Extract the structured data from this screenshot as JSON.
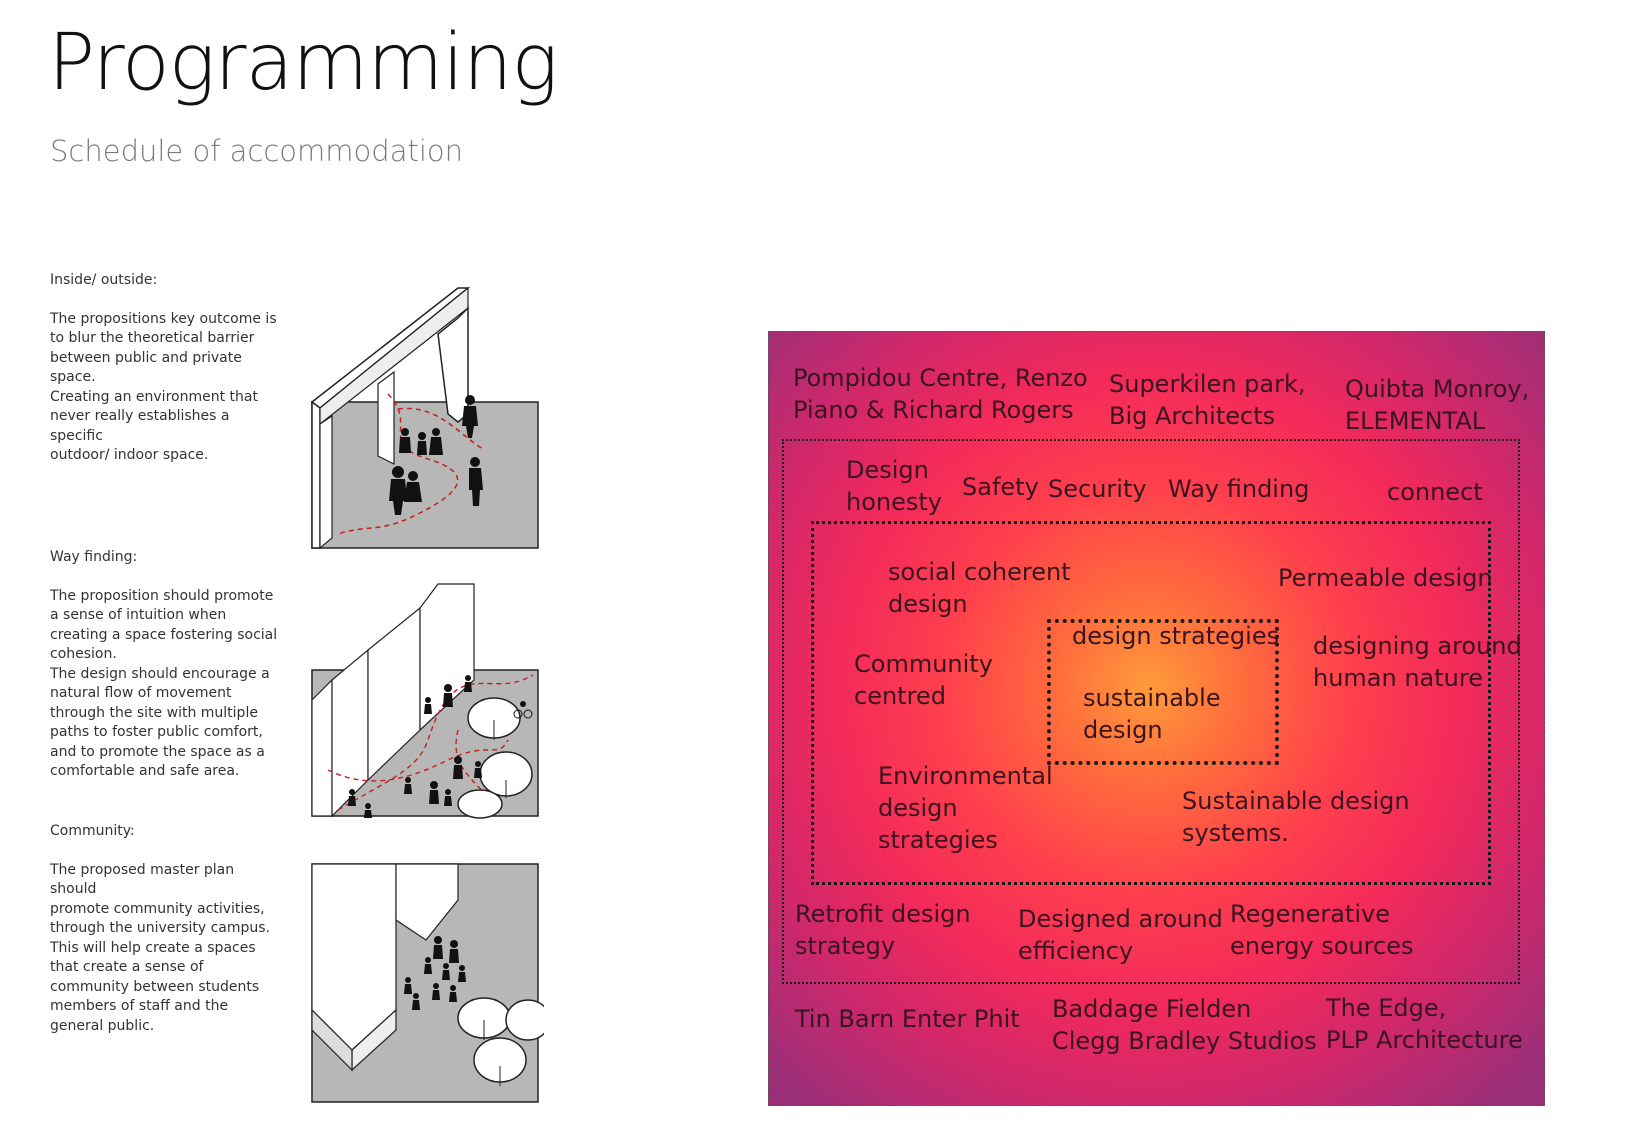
{
  "header": {
    "title": "Programming",
    "subtitle": "Schedule of accommodation"
  },
  "sections": [
    {
      "heading": "Inside/ outside:",
      "body": "The propositions key outcome is\nto blur the theoretical barrier\nbetween public and private\nspace.\nCreating an environment that\nnever really establishes a specific\noutdoor/ indoor space."
    },
    {
      "heading": "Way finding:",
      "body": "The proposition should promote\na sense of intuition when\ncreating a space fostering social\ncohesion.\nThe design should encourage a\nnatural flow of movement\nthrough the site with multiple\npaths to foster public comfort,\nand to promote the space as a\ncomfortable and safe area."
    },
    {
      "heading": "Community:",
      "body": "The proposed master plan should\npromote community activities,\nthrough the university campus.\nThis will help create a spaces\nthat create a sense of\ncommunity between students\nmembers of staff and the\ngeneral public."
    }
  ],
  "diagram": {
    "precedents_top": [
      "Pompidou Centre, Renzo\n Piano & Richard Rogers",
      "Superkilen park,\nBig Architects",
      "Quibta Monroy,\n ELEMENTAL"
    ],
    "principles": [
      "Design\nhonesty",
      "Safety",
      "Security",
      "Way finding",
      "connect"
    ],
    "inner_labels": [
      "social coherent\ndesign",
      "Permeable design",
      "Community\ncentred",
      "designing around\nhuman nature",
      "Environmental\n design\n strategies",
      "Sustainable design\nsystems."
    ],
    "core": {
      "title": "design strategies",
      "subtitle": "sustainable\ndesign"
    },
    "strategies_bottom": [
      "Retrofit design\nstrategy",
      "Designed around\n efficiency",
      "Regenerative\nenergy sources"
    ],
    "precedents_bottom": [
      "Tin Barn Enter Phit",
      "Baddage Fielden\nClegg Bradley Studios",
      "The Edge,\nPLP Architecture"
    ]
  }
}
